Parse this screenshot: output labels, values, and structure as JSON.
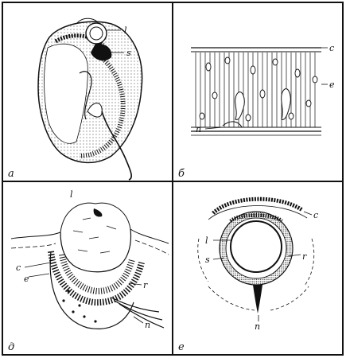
{
  "panels": [
    {
      "letter": "а",
      "labels": [
        "l",
        "s"
      ]
    },
    {
      "letter": "б",
      "labels": [
        "c",
        "e",
        "n"
      ]
    },
    {
      "letter": "д",
      "labels": [
        "l",
        "c",
        "e",
        "r",
        "n"
      ]
    },
    {
      "letter": "е",
      "labels": [
        "c",
        "l",
        "s",
        "r",
        "n"
      ]
    }
  ]
}
